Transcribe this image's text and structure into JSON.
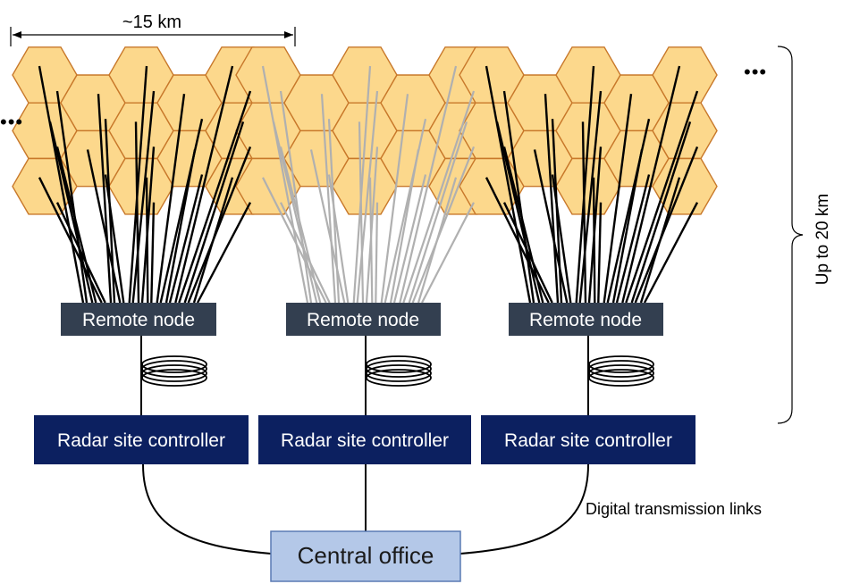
{
  "top_distance_label": "~15 km",
  "side_distance_label": "Up to 20 km",
  "ellipsis_left": "•••",
  "ellipsis_right": "•••",
  "remote_nodes": [
    {
      "label": "Remote node"
    },
    {
      "label": "Remote node"
    },
    {
      "label": "Remote node"
    }
  ],
  "controllers": [
    {
      "label": "Radar site controller"
    },
    {
      "label": "Radar site controller"
    },
    {
      "label": "Radar site controller"
    }
  ],
  "central_office": "Central office",
  "link_label": "Digital transmission links",
  "colors": {
    "hex_fill": "#fcd88c",
    "hex_edge_inner": "#c8782a",
    "hex_edge_outer": "#5a7089",
    "hex_edge_light": "#a8bcd4",
    "remote_node_bg": "#333f50",
    "controller_bg": "#0c2060",
    "central_bg": "#b4c8e8",
    "central_border": "#5a7ab4",
    "fiber_dark": "#000000",
    "fiber_light": "#b0b0b0"
  }
}
